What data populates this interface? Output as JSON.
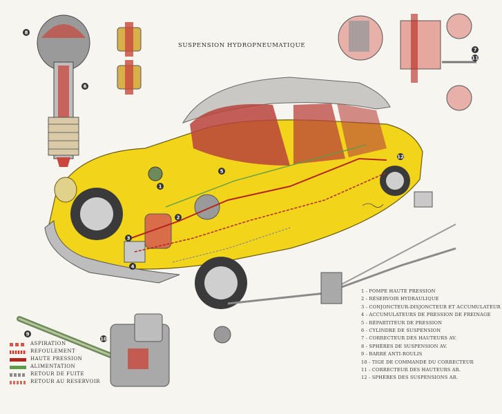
{
  "title": "SUSPENSION HYDROPNEUMATIQUE",
  "callout_numbers": [
    "1",
    "2",
    "3",
    "4",
    "5",
    "6",
    "7",
    "8",
    "9",
    "10",
    "11",
    "12"
  ],
  "parts": [
    "1 - POMPE HAUTE PRESSION",
    "2 - RÉSERVOIR HYDRAULIQUE",
    "3 - CONJONCTEUR-DISJONCTEUR ET ACCUMULATEUR",
    "4 - ACCUMULATEURS DE PRESSION DE FREINAGE",
    "5 - RÉPARTITEUR DE PRESSION",
    "6 - CYLINDRE DE SUSPENSION",
    "7 - CORRECTEUR DES HAUTEURS AV.",
    "8 - SPHÈRES DE SUSPENSION AV.",
    "9 - BARRE ANTI-ROULIS",
    "10 - TIGE DE COMMANDE DU CORRECTEUR",
    "11 - CORRECTEUR DES HAUTEURS AR.",
    "12 - SPHÈRES DES SUSPENSIONS AR."
  ],
  "legend": [
    {
      "label": "ASPIRATION",
      "color": "#d9534a",
      "pattern": "dashed"
    },
    {
      "label": "REFOULEMENT",
      "color": "#c0392b",
      "pattern": "striped"
    },
    {
      "label": "HAUTE PRESSION",
      "color": "#b3241c",
      "pattern": "solid"
    },
    {
      "label": "ALIMENTATION",
      "color": "#5f9b4a",
      "pattern": "solid"
    },
    {
      "label": "RETOUR DE FUITE",
      "color": "#8a8a8a",
      "pattern": "dashed"
    },
    {
      "label": "RETOUR AU RESERVOIR",
      "color": "#d46a5e",
      "pattern": "dashed"
    }
  ],
  "colors": {
    "car_body": "#f2d51b",
    "roof": "#c9c8c4",
    "interior": "#b8433c",
    "hydraulic_line": "#b3241c",
    "callout_dot": "#333333"
  }
}
